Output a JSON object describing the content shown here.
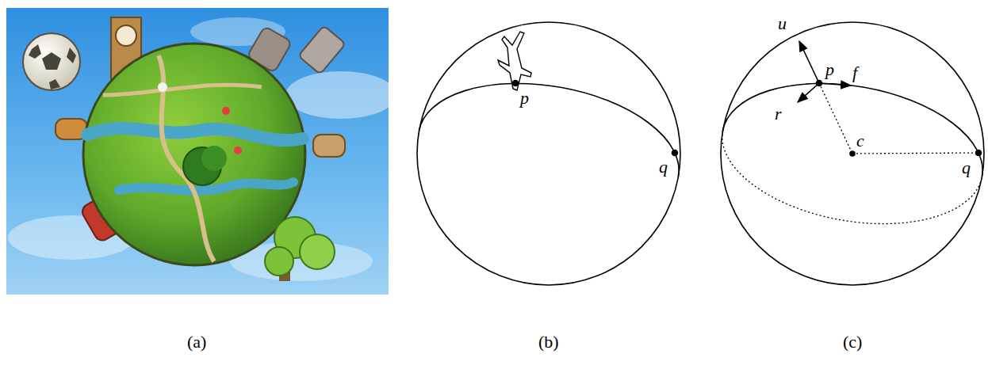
{
  "diagram": {
    "labels": [
      "(a)",
      "p",
      "q",
      "(b)",
      "u⃗",
      "p",
      "f⃗",
      "r⃗",
      "c",
      "q",
      "(c)"
    ]
  }
}
